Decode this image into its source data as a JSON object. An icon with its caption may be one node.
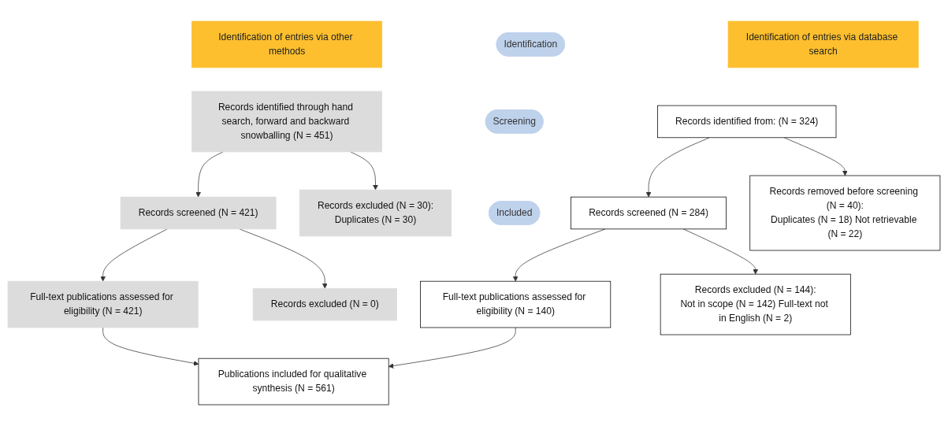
{
  "diagram": {
    "nodes": [
      {
        "text": [
          "Identification of entries via database search"
        ]
      },
      {
        "text": [
          "Identification of entries via other methods"
        ]
      },
      {
        "text": [
          "Identification"
        ]
      },
      {
        "text": [
          "Records identified from: (N = 324)"
        ]
      },
      {
        "text": [
          "Records removed before screening (N = 40):",
          "Duplicates (N = 18) Not retrievable (N = 22)"
        ]
      },
      {
        "text": [
          "Records identified through hand search, forward and backward snowballing (N = 451)"
        ]
      },
      {
        "text": [
          "Records excluded (N = 30):",
          "Duplicates (N = 30)"
        ]
      },
      {
        "text": [
          "Screening"
        ]
      },
      {
        "text": [
          "Records screened (N = 284)"
        ]
      },
      {
        "text": [
          "Records excluded (N = 144):",
          "Not in scope (N = 142) Full-text not in English (N = 2)"
        ]
      },
      {
        "text": [
          "Records screened (N = 421)"
        ]
      },
      {
        "text": [
          "Records excluded (N = 0)"
        ]
      },
      {
        "text": [
          "Full-text publications assessed for eligibility (N = 140)"
        ]
      },
      {
        "text": [
          "Full-text publications assessed for eligibility (N = 421)"
        ]
      },
      {
        "text": [
          "Included"
        ]
      },
      {
        "text": [
          "Publications included for qualitative synthesis (N = 561)"
        ]
      }
    ],
    "edges": [
      {
        "from": 3,
        "to": 4,
        "arrow": "to"
      },
      {
        "from": 3,
        "to": 8,
        "arrow": "to"
      },
      {
        "from": 5,
        "to": 6,
        "arrow": "to"
      },
      {
        "from": 5,
        "to": 10,
        "arrow": "to"
      },
      {
        "from": 8,
        "to": 9,
        "arrow": "to"
      },
      {
        "from": 8,
        "to": 12,
        "arrow": "to"
      },
      {
        "from": 10,
        "to": 11,
        "arrow": "to"
      },
      {
        "from": 10,
        "to": 13,
        "arrow": "to"
      },
      {
        "from": 12,
        "to": 15,
        "arrow": "to"
      },
      {
        "from": 13,
        "to": 15,
        "arrow": "to"
      }
    ]
  }
}
